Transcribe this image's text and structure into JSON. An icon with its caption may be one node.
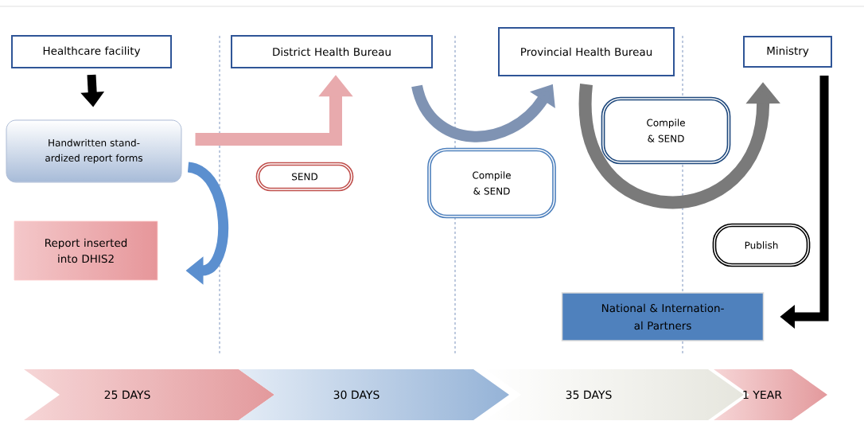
{
  "diagram": {
    "nodes": [
      {
        "text": [
          "Healthcare facility"
        ]
      },
      {
        "text": [
          "District Health Bureau"
        ]
      },
      {
        "text": [
          "Provincial Health Bureau"
        ]
      },
      {
        "text": [
          "Ministry"
        ]
      },
      {
        "text": [
          "Handwritten stand-ardized report forms"
        ]
      },
      {
        "text": [
          "Report inserted into DHIS2"
        ]
      },
      {
        "text": [
          "SEND"
        ]
      },
      {
        "text": [
          "Compile & SEND"
        ]
      },
      {
        "text": [
          "Compile & SEND"
        ]
      },
      {
        "text": [
          "Publish"
        ]
      },
      {
        "text": [
          "National & Internation-al Partners"
        ]
      },
      {
        "text": [
          "25 DAYS"
        ]
      },
      {
        "text": [
          "30 DAYS"
        ]
      },
      {
        "text": [
          "35 DAYS"
        ]
      },
      {
        "text": [
          "1 YEAR"
        ]
      }
    ],
    "edges": [
      {
        "from": 0,
        "to": 4,
        "arrow": "to"
      },
      {
        "from": 4,
        "to": 1,
        "arrow": "to",
        "color": "#e8aaad"
      },
      {
        "from": 4,
        "to": 5,
        "arrow": "to",
        "color": "#5b8fcf"
      },
      {
        "from": 1,
        "to": 2,
        "arrow": "to",
        "color": "#7f93b3"
      },
      {
        "from": 2,
        "to": 3,
        "arrow": "to",
        "color": "#7a7a7a"
      },
      {
        "from": 3,
        "to": 10,
        "arrow": "to"
      }
    ]
  }
}
